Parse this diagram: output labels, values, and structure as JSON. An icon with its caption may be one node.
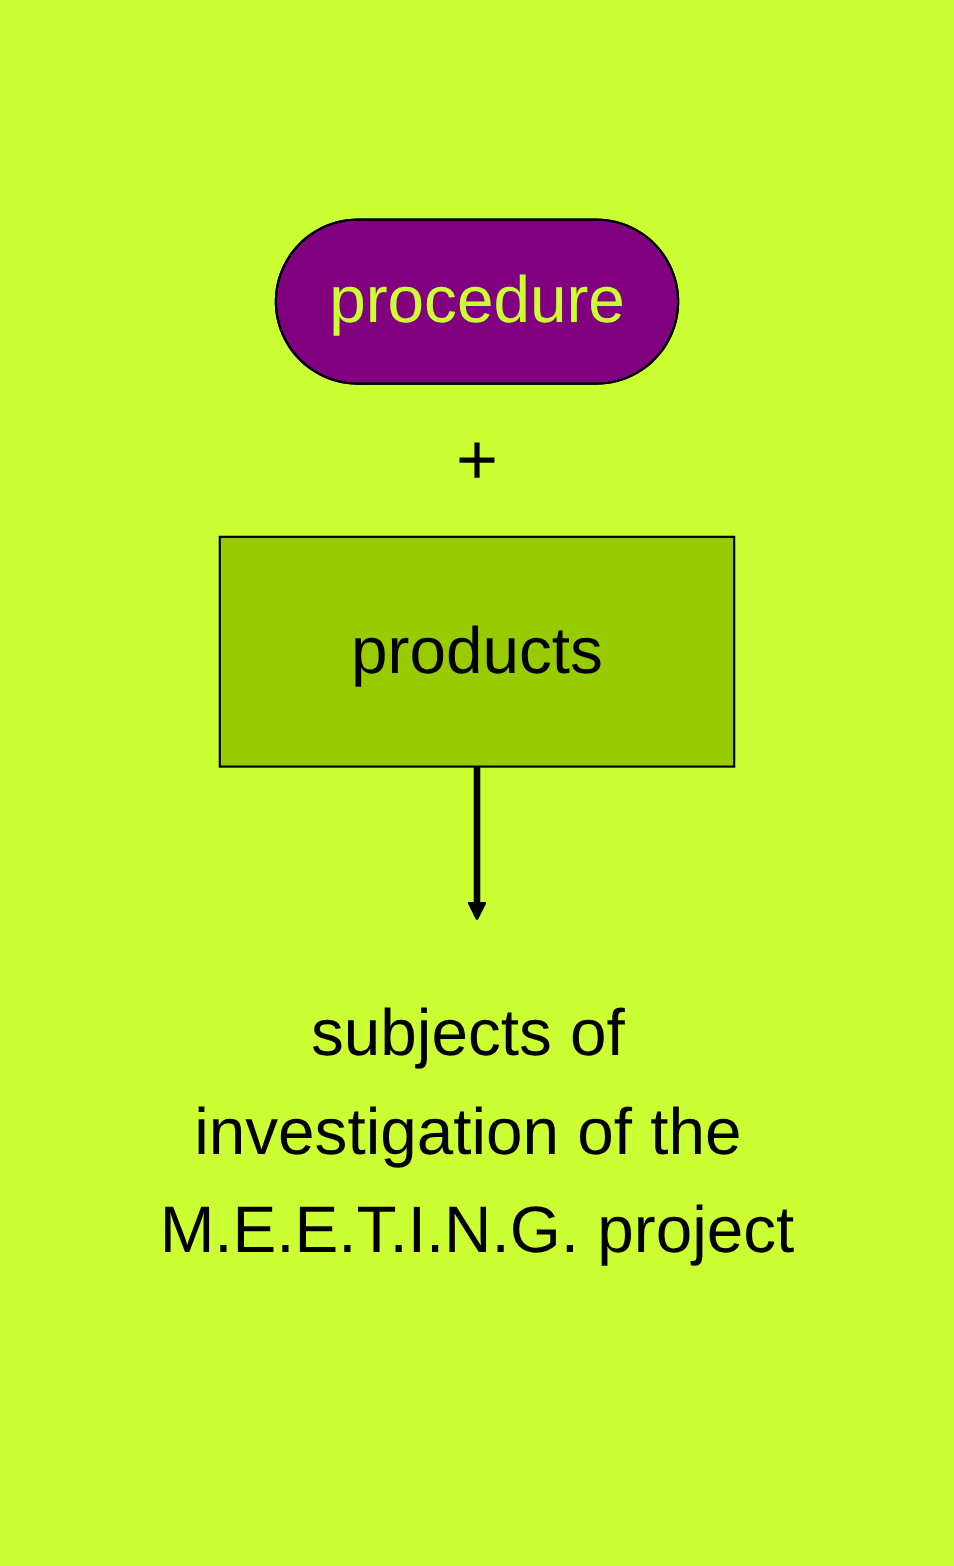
{
  "diagram": {
    "nodes": [
      {
        "text": [
          "procedure"
        ]
      },
      {
        "text": [
          "products"
        ]
      },
      {
        "text": [
          "subjects of investigation of the M.E.E.T.I.N.G. project"
        ]
      }
    ],
    "edges": [
      {
        "from": 1,
        "to": 2,
        "arrow": "to"
      }
    ],
    "labels": [
      "+"
    ]
  }
}
